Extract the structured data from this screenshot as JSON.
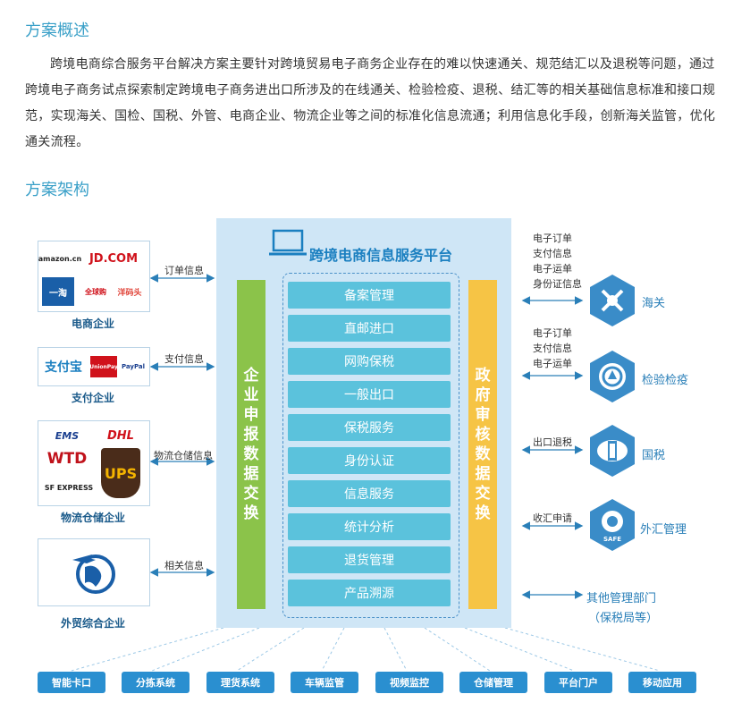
{
  "overview": {
    "title": "方案概述",
    "paragraph": "跨境电商综合服务平台解决方案主要针对跨境贸易电子商务企业存在的难以快速通关、规范结汇以及退税等问题，通过跨境电子商务试点探索制定跨境电子商务进出口所涉及的在线通关、检验检疫、退税、结汇等的相关基础信息标准和接口规范，实现海关、国检、国税、外管、电商企业、物流企业等之间的标准化信息流通；利用信息化手段，创新海关监管，优化通关流程。"
  },
  "architecture": {
    "title": "方案架构",
    "platform_title": "跨境电商信息服务平台",
    "left_bar": [
      "企",
      "业",
      "申",
      "报",
      "数",
      "据",
      "交",
      "换"
    ],
    "right_bar": [
      "政",
      "府",
      "审",
      "核",
      "数",
      "据",
      "交",
      "换"
    ],
    "modules": [
      "备案管理",
      "直邮进口",
      "网购保税",
      "一般出口",
      "保税服务",
      "身份认证",
      "信息服务",
      "统计分析",
      "退货管理",
      "产品溯源"
    ],
    "left_groups": [
      {
        "label": "电商企业",
        "flow": "订单信息",
        "logos": [
          "amazon.cn",
          "JD.COM",
          "一淘",
          "全球购",
          "洋码头"
        ]
      },
      {
        "label": "支付企业",
        "flow": "支付信息",
        "logos": [
          "支付宝",
          "UnionPay",
          "PayPal"
        ]
      },
      {
        "label": "物流仓储企业",
        "flow": "物流仓储信息",
        "logos": [
          "EMS",
          "DHL",
          "WTD",
          "UPS",
          "SF EXPRESS"
        ]
      },
      {
        "label": "外贸综合企业",
        "flow": "相关信息",
        "logos": [
          "globe-plane-icon"
        ]
      }
    ],
    "right_groups": [
      {
        "label": "海关",
        "flow": [
          "电子订单",
          "支付信息",
          "电子运单",
          "身份证信息"
        ],
        "icon": "customs-icon"
      },
      {
        "label": "检验检疫",
        "flow": [
          "电子订单",
          "支付信息",
          "电子运单"
        ],
        "icon": "ciq-icon"
      },
      {
        "label": "国税",
        "flow": [
          "出口退税"
        ],
        "icon": "tax-icon"
      },
      {
        "label": "外汇管理",
        "flow": [
          "收汇申请"
        ],
        "icon": "safe-icon",
        "icon_text": "SAFE"
      },
      {
        "label": "其他管理部门",
        "sublabel": "（保税局等）"
      }
    ],
    "bottom_systems": [
      "智能卡口",
      "分拣系统",
      "理货系统",
      "车辆监管",
      "视频监控",
      "仓储管理",
      "平台门户",
      "移动应用"
    ]
  },
  "colors": {
    "accent": "#3aa0c8",
    "platform_bg": "#cfe6f6",
    "module": "#5bc2dc",
    "left_bar": "#8bc34a",
    "right_bar": "#f6c445",
    "button": "#2a8fd0",
    "hexagon": "#3a8cc8"
  }
}
